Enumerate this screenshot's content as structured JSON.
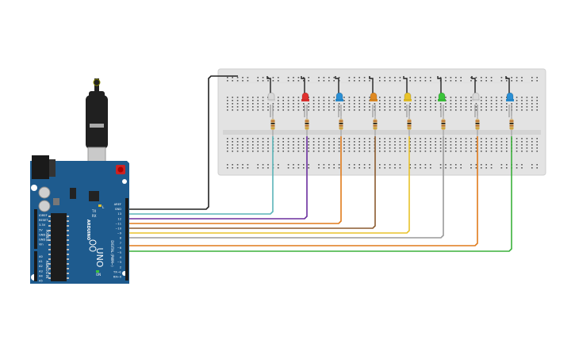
{
  "arduino": {
    "model_label": "UNO",
    "brand_label": "ARDUINO",
    "header_top_labels": [
      "AREF",
      "GND",
      "13",
      "12",
      "~11",
      "~10",
      "~9",
      "8",
      "7",
      "~6",
      "~5",
      "4",
      "~3",
      "2",
      "TX→1",
      "RX←0"
    ],
    "power_labels": [
      "IOREF",
      "RESET",
      "3.3V",
      "5V",
      "GND",
      "GND",
      "Vin"
    ],
    "analog_labels": [
      "A0",
      "A1",
      "A2",
      "A3",
      "A4",
      "A5"
    ],
    "digital_label": "DIGITAL (PWM~)",
    "power_group_label": "POWER",
    "analog_group_label": "ANALOG IN",
    "board_color": "#1e5b8e",
    "on_label": "ON",
    "l_label": "L",
    "tx_label": "TX",
    "rx_label": "RX"
  },
  "circuit": {
    "ground_wire_color": "#222222",
    "leds": [
      {
        "name": "led-white-1",
        "color": "#d8d8d8",
        "wire_color": "#5ab4b8"
      },
      {
        "name": "led-red",
        "color": "#e0312f",
        "wire_color": "#6b2f9e"
      },
      {
        "name": "led-blue-1",
        "color": "#2a8fd4",
        "wire_color": "#e07a1a"
      },
      {
        "name": "led-orange",
        "color": "#e08a22",
        "wire_color": "#8a5a2e"
      },
      {
        "name": "led-yellow",
        "color": "#e8c22a",
        "wire_color": "#e8c22a"
      },
      {
        "name": "led-green",
        "color": "#3ac43a",
        "wire_color": "#9a9a9a"
      },
      {
        "name": "led-white-2",
        "color": "#d8d8d8",
        "wire_color": "#e07a1a"
      },
      {
        "name": "led-blue-2",
        "color": "#2a8fd4",
        "wire_color": "#3ab03a"
      }
    ]
  }
}
